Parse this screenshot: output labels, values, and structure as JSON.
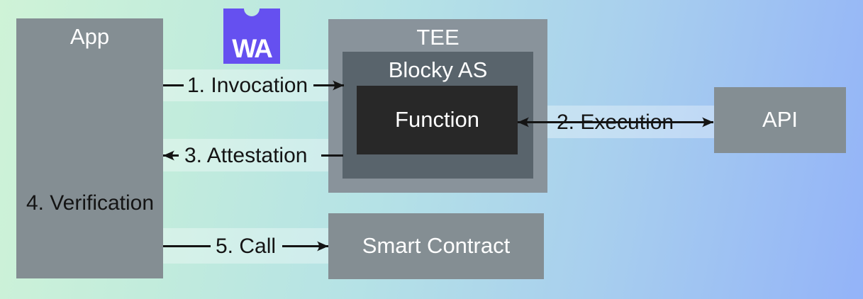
{
  "diagram": {
    "description_type": "architecture-flow-diagram",
    "nodes": {
      "app": {
        "label": "App",
        "color": "#848e93"
      },
      "wasm_badge": {
        "label": "WA",
        "icon": "webassembly-icon",
        "color": "#6550f0"
      },
      "tee": {
        "label": "TEE",
        "color": "#89939b"
      },
      "blocky_as": {
        "label": "Blocky AS",
        "color": "#59646c"
      },
      "function": {
        "label": "Function",
        "color": "#282828"
      },
      "api": {
        "label": "API",
        "color": "#848e93"
      },
      "smart_contract": {
        "label": "Smart Contract",
        "color": "#848e93"
      }
    },
    "steps": {
      "invocation": {
        "label": "1. Invocation",
        "from": "App",
        "to": "Blocky AS"
      },
      "execution": {
        "label": "2. Execution",
        "from": "Function",
        "to": "API",
        "bidirectional": true
      },
      "attestation": {
        "label": "3. Attestation",
        "from": "Blocky AS",
        "to": "App"
      },
      "verification": {
        "label": "4. Verification",
        "located_in": "App"
      },
      "call": {
        "label": "5. Call",
        "from": "App",
        "to": "Smart Contract"
      }
    },
    "colors": {
      "background_gradient_start": "#cff3d7",
      "background_gradient_end": "#93b3f8",
      "arrow": "#141414",
      "label_highlight": "rgba(255,255,255,0.33)",
      "box_text": "#ffffff"
    }
  }
}
